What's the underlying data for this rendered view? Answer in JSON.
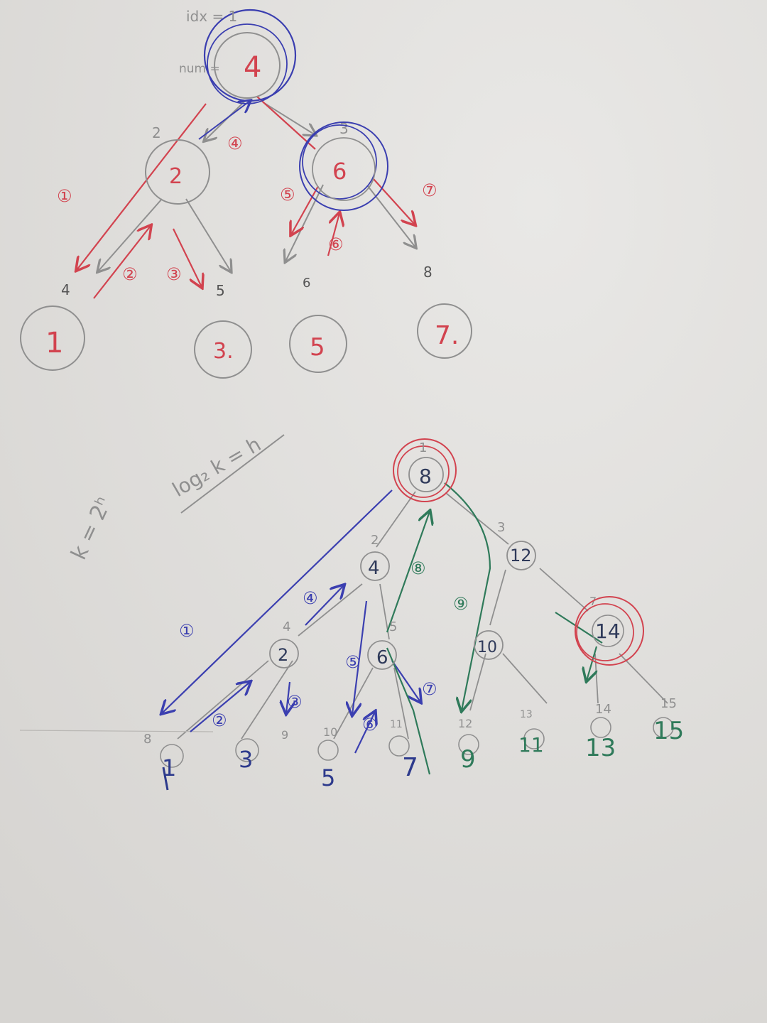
{
  "colors": {
    "paper": "#e2e0dd",
    "pencil": "#8f8f8f",
    "red": "#d2434f",
    "blue": "#3b3fb0",
    "green": "#2f7a5a",
    "dark_blue": "#2d3a8c"
  },
  "tree1": {
    "labels": {
      "idx": "idx = 1",
      "num": "num ="
    },
    "nodes": [
      {
        "idx": "1",
        "num": "4"
      },
      {
        "idx": "2",
        "num": "2"
      },
      {
        "idx": "3",
        "num": "6"
      },
      {
        "idx": "4",
        "num": "1"
      },
      {
        "idx": "5",
        "num": "3."
      },
      {
        "idx": "6",
        "num": "5"
      },
      {
        "idx": "8",
        "num": "7."
      }
    ],
    "steps": [
      "①",
      "②",
      "③",
      "④",
      "⑤",
      "⑥",
      "⑦"
    ]
  },
  "formulas": {
    "log": "log₂ k = h",
    "pow": "k = 2ʰ"
  },
  "tree2": {
    "nodes": [
      {
        "idx": "1",
        "num": "8"
      },
      {
        "idx": "2",
        "num": "4"
      },
      {
        "idx": "3",
        "num": "12"
      },
      {
        "idx": "4",
        "num": "2"
      },
      {
        "idx": "5",
        "num": "6"
      },
      {
        "idx": "",
        "num": "10"
      },
      {
        "idx": "7",
        "num": "14"
      }
    ],
    "leaves": [
      {
        "idx": "8",
        "num": "1"
      },
      {
        "idx": "9",
        "num": "3"
      },
      {
        "idx": "10",
        "num": "5"
      },
      {
        "idx": "11",
        "num": "7"
      },
      {
        "idx": "12",
        "num": "9"
      },
      {
        "idx": "13",
        "num": "11"
      },
      {
        "idx": "14",
        "num": "13"
      },
      {
        "idx": "15",
        "num": "15"
      }
    ],
    "steps": [
      "①",
      "②",
      "③",
      "④",
      "⑤",
      "⑥",
      "⑦",
      "⑧",
      "⑨"
    ]
  }
}
